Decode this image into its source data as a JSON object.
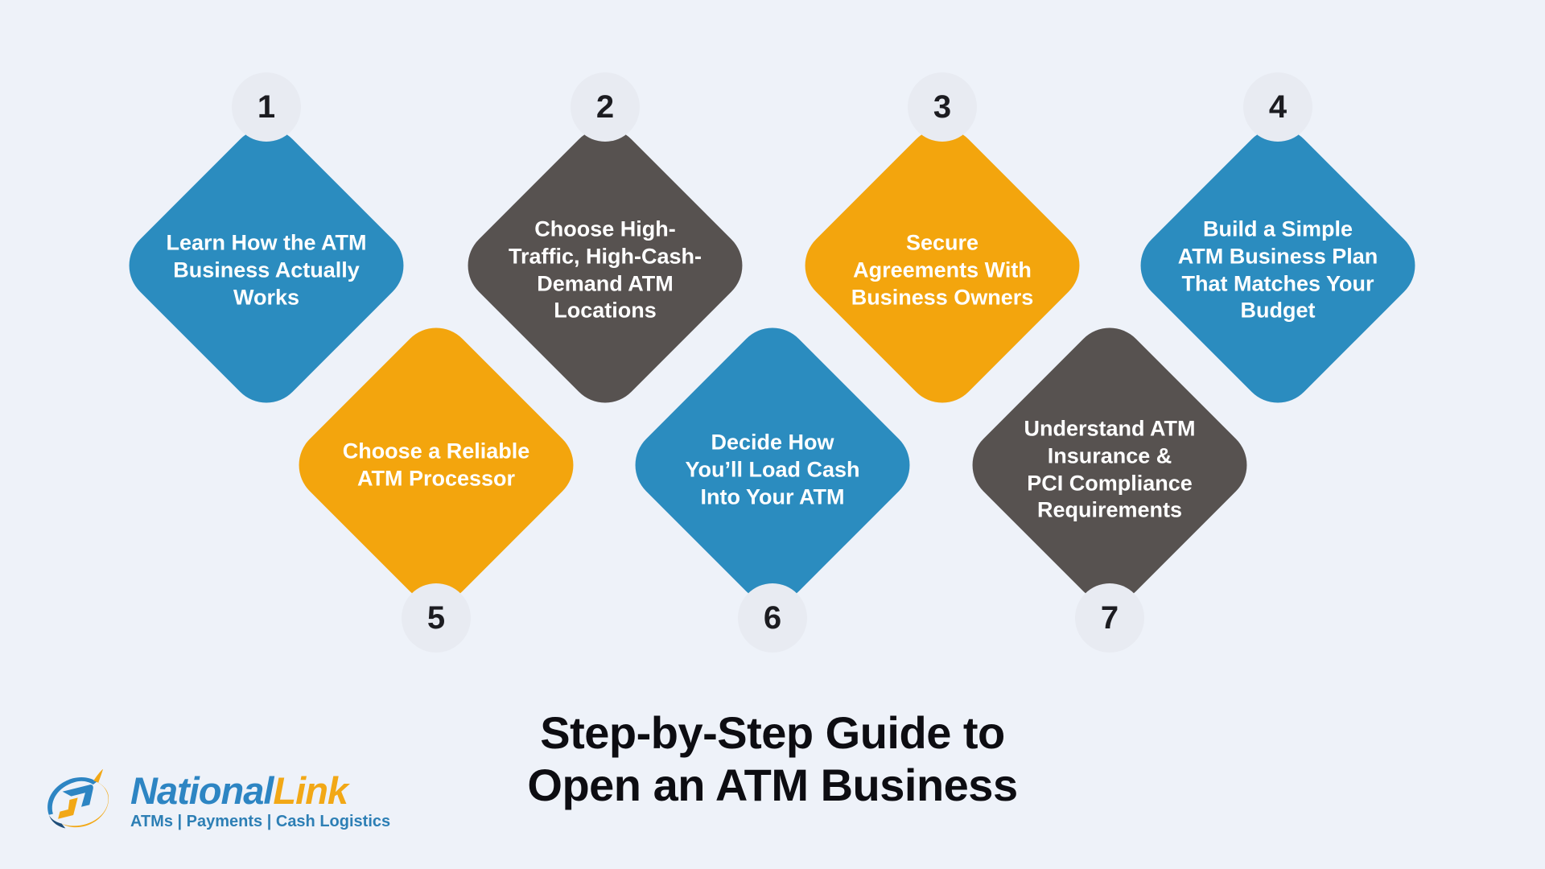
{
  "page": {
    "background_color": "#eef2f9",
    "badge_color": "#e8ebf2",
    "badge_text_color": "#1c1c21"
  },
  "palette": {
    "blue": "#2b8cbf",
    "dark_gray": "#575250",
    "orange": "#f3a50d",
    "title_text": "#0d0d12",
    "diamond_text": "#ffffff"
  },
  "title": {
    "line1": "Step-by-Step Guide to",
    "line2": "Open an ATM Business"
  },
  "steps": [
    {
      "number": "1",
      "label": "Learn How the ATM\nBusiness Actually\nWorks",
      "color": "#2b8cbf",
      "badge_position": "top"
    },
    {
      "number": "2",
      "label": "Choose High-\nTraffic, High-Cash-\nDemand ATM\nLocations",
      "color": "#575250",
      "badge_position": "top"
    },
    {
      "number": "3",
      "label": "Secure\nAgreements With\nBusiness Owners",
      "color": "#f3a50d",
      "badge_position": "top"
    },
    {
      "number": "4",
      "label": "Build a Simple\nATM Business Plan\nThat Matches Your\nBudget",
      "color": "#2b8cbf",
      "badge_position": "top"
    },
    {
      "number": "5",
      "label": "Choose a Reliable\nATM Processor",
      "color": "#f3a50d",
      "badge_position": "bottom"
    },
    {
      "number": "6",
      "label": "Decide How\nYou’ll Load Cash\nInto Your ATM",
      "color": "#2b8cbf",
      "badge_position": "bottom"
    },
    {
      "number": "7",
      "label": "Understand ATM\nInsurance &\nPCI Compliance\nRequirements",
      "color": "#575250",
      "badge_position": "bottom"
    }
  ],
  "logo": {
    "name_part1": "National",
    "name_part2": "Link",
    "tagline": "ATMs | Payments | Cash Logistics",
    "name_part1_color": "#2d85c3",
    "name_part2_color": "#f2a816",
    "tagline_color": "#2d7fb5"
  }
}
